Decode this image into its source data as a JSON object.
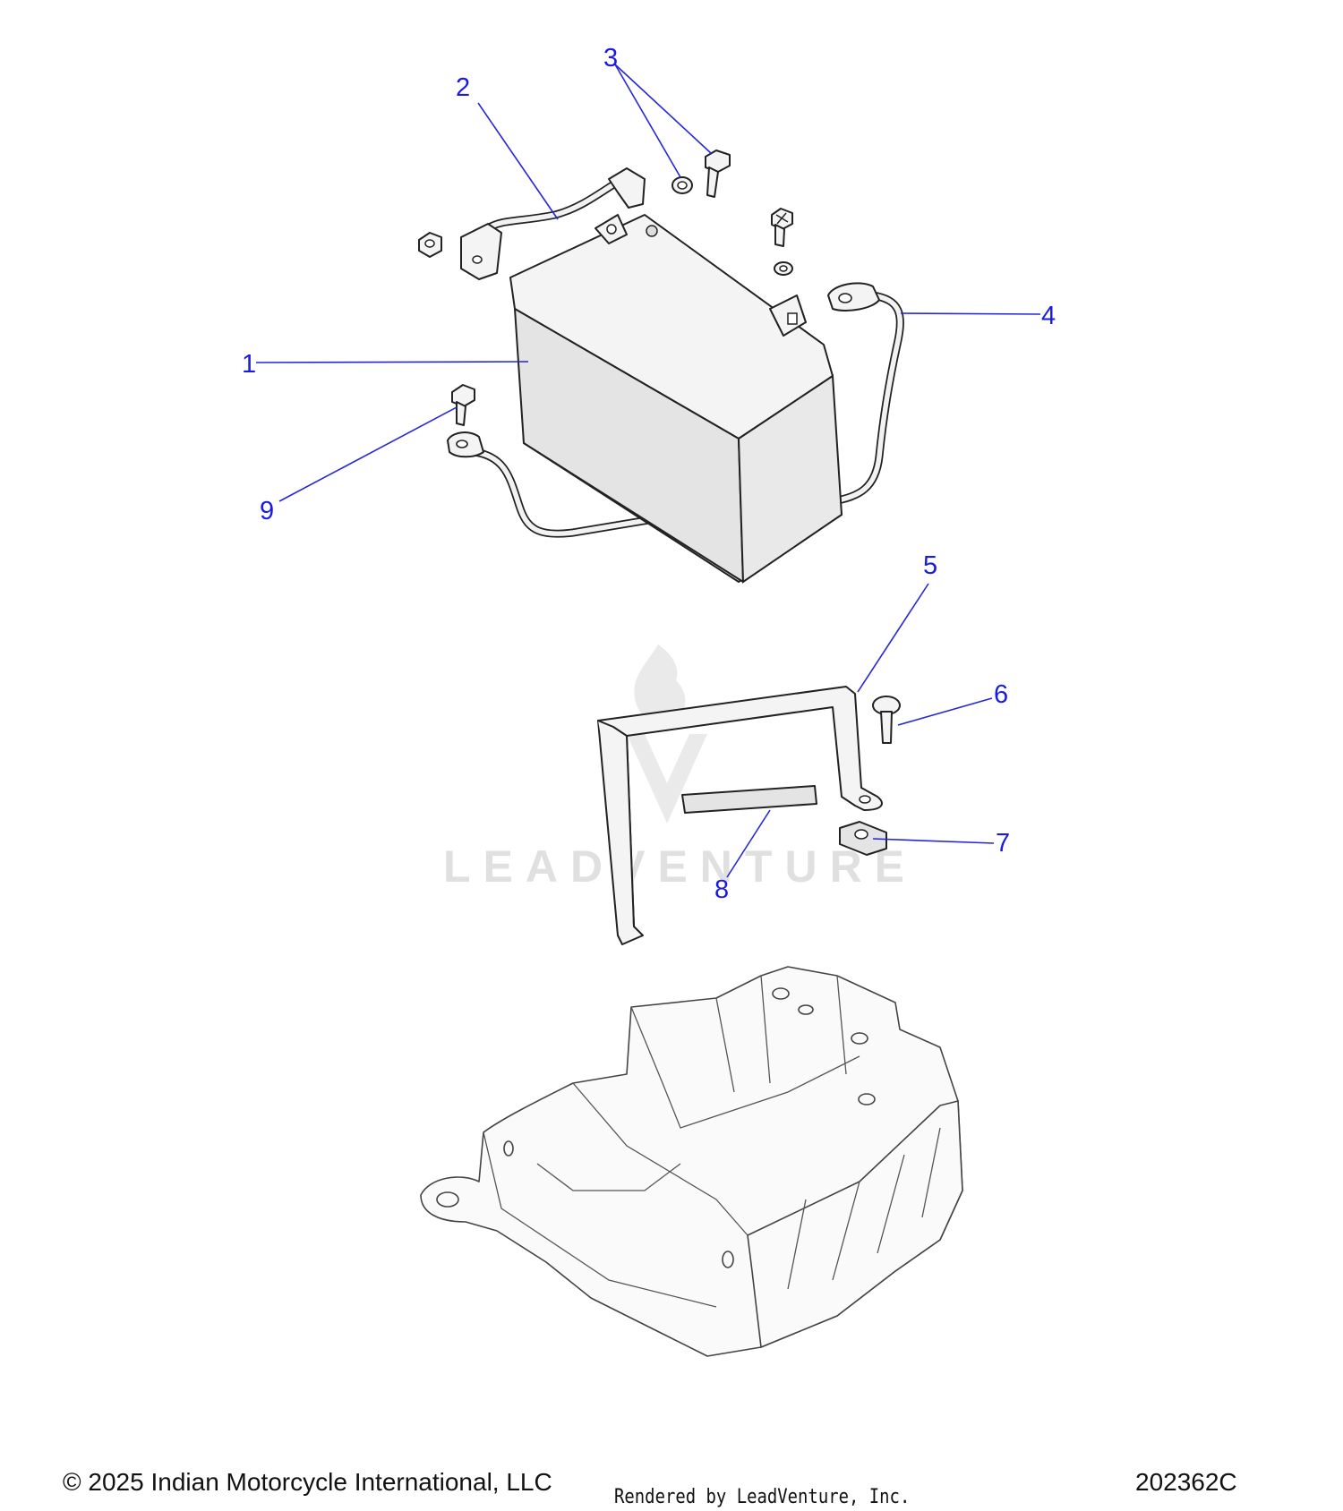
{
  "callouts": [
    {
      "number": "1"
    },
    {
      "number": "2"
    },
    {
      "number": "3"
    },
    {
      "number": "4"
    },
    {
      "number": "5"
    },
    {
      "number": "6"
    },
    {
      "number": "7"
    },
    {
      "number": "8"
    },
    {
      "number": "9"
    }
  ],
  "watermark": {
    "text": "LEADVENTURE"
  },
  "footer": {
    "copyright": "© 2025 Indian Motorcycle International, LLC",
    "rendered_by": "Rendered by LeadVenture, Inc.",
    "diagram_id": "202362C"
  },
  "colors": {
    "callout": "#1a1ae6",
    "line": "#222222",
    "fill": "#f4f4f4"
  }
}
